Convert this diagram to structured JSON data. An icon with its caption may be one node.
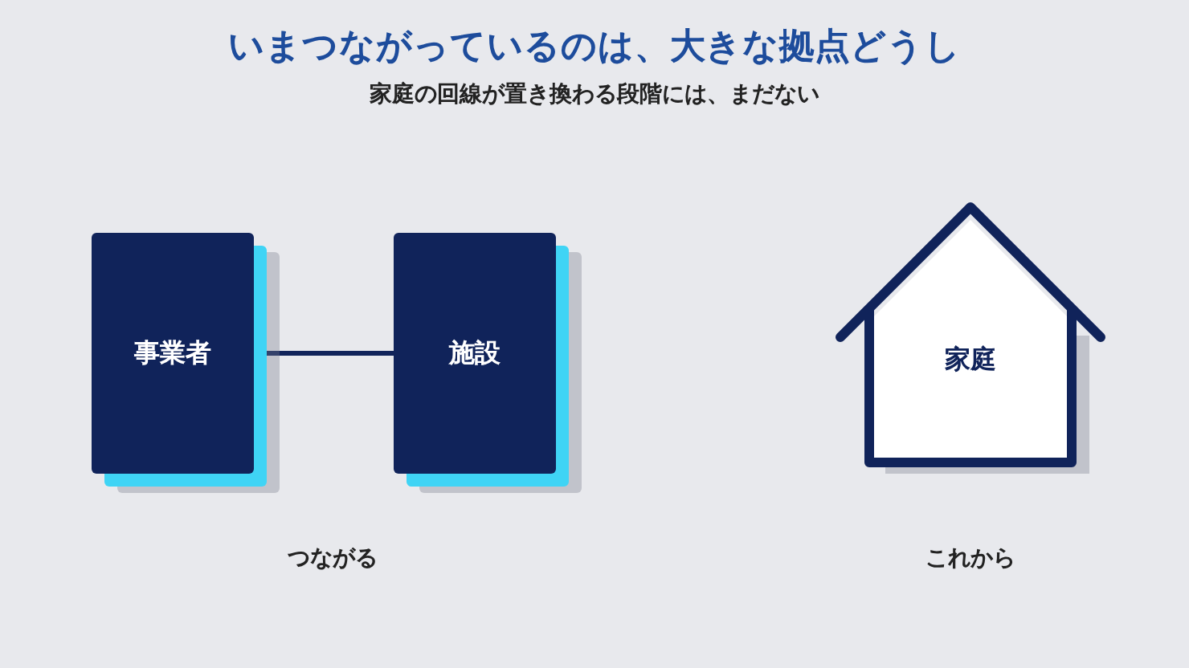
{
  "diagram": {
    "title": "いまつながっているのは、大きな拠点どうし",
    "caption": "家庭の回線が置き換わる段階には、まだない",
    "nodes": [
      {
        "text": [
          "事業者"
        ]
      },
      {
        "text": [
          "施設"
        ]
      },
      {
        "text": [
          "家庭"
        ]
      }
    ],
    "edges": [
      {
        "from": 0,
        "to": 1,
        "arrow": "none"
      }
    ],
    "labels": [
      "つながる",
      "これから"
    ]
  }
}
